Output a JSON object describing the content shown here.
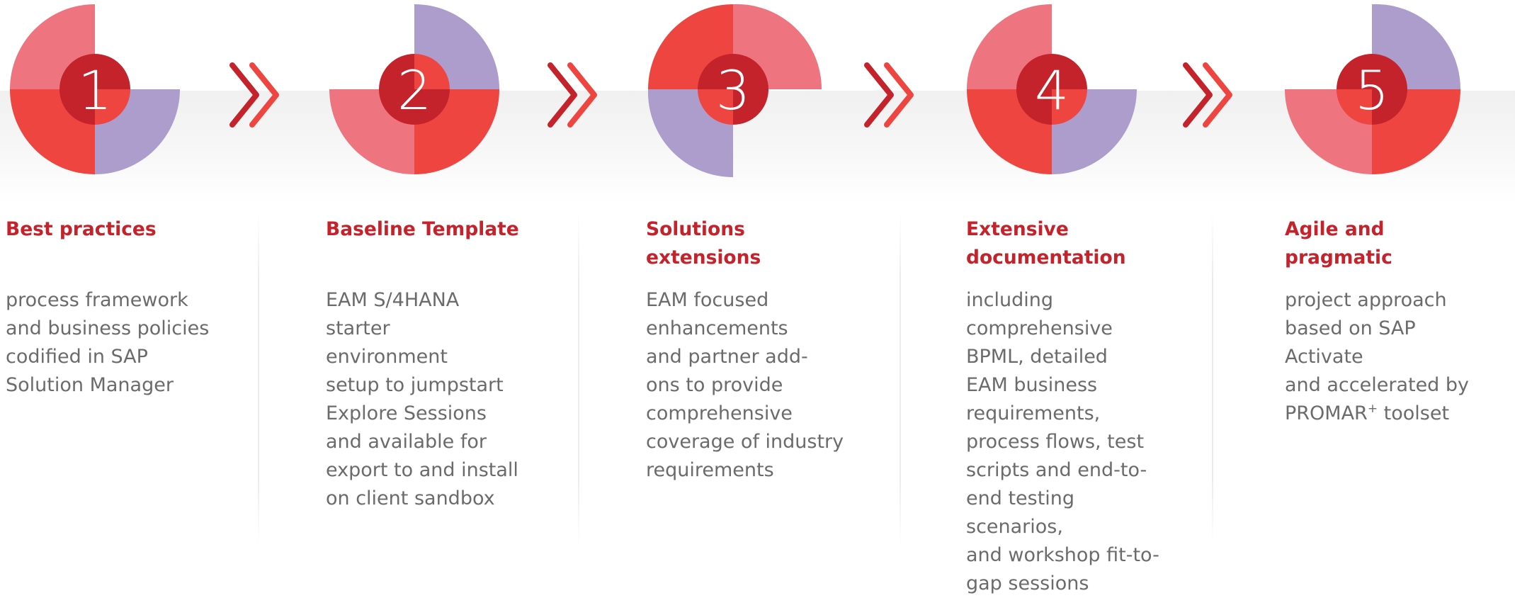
{
  "colors": {
    "dark_red": "#c4232b",
    "red": "#ee4540",
    "pink": "#ee7480",
    "lavender": "#ad9dcc",
    "heading": "#c4232b",
    "body_text": "#6b6b6b"
  },
  "arrow_icon": "double-chevron-right-icon",
  "steps": [
    {
      "number": "1",
      "heading_lines": [
        "Best practices"
      ],
      "body": "process framework\nand business policies\ncodified in SAP\nSolution Manager",
      "body_sup": "",
      "body_after": ""
    },
    {
      "number": "2",
      "heading_lines": [
        "Baseline Template"
      ],
      "body": "EAM S/4HANA\nstarter\nenvironment\nsetup to jumpstart\nExplore Sessions\nand available for\nexport to and install\non client sandbox",
      "body_sup": "",
      "body_after": ""
    },
    {
      "number": "3",
      "heading_lines": [
        "Solutions extensions"
      ],
      "body": "EAM focused\nenhancements\nand partner add-\nons to provide\ncomprehensive\ncoverage of industry\nrequirements",
      "body_sup": "",
      "body_after": ""
    },
    {
      "number": "4",
      "heading_lines": [
        "Extensive",
        "documentation"
      ],
      "body": "including\ncomprehensive\nBPML, detailed\nEAM business\nrequirements,\nprocess flows, test\nscripts and end-to-\nend testing scenarios,\nand workshop fit-to-\ngap sessions",
      "body_sup": "",
      "body_after": ""
    },
    {
      "number": "5",
      "heading_lines": [
        "Agile and",
        "pragmatic"
      ],
      "body": "project approach\nbased on SAP Activate\nand accelerated by\nPROMAR",
      "body_sup": "+",
      "body_after": " toolset"
    }
  ]
}
